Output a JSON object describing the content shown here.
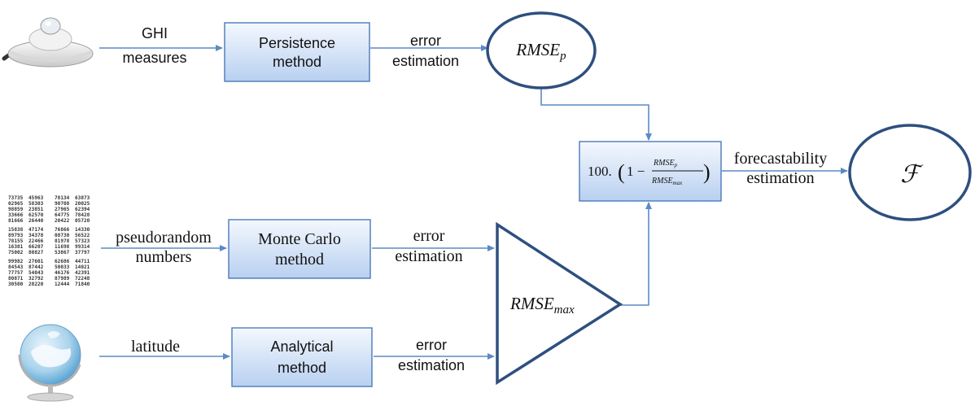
{
  "inputs": {
    "ghi": [
      "GHI",
      "measures"
    ],
    "pseudorandom": [
      "pseudorandom",
      "numbers"
    ],
    "latitude": "latitude"
  },
  "methods": {
    "persistence": [
      "Persistence",
      "method"
    ],
    "monte_carlo": [
      "Monte Carlo",
      "method"
    ],
    "analytical": [
      "Analytical",
      "method"
    ]
  },
  "arrow_labels": {
    "error": "error",
    "estimation": "estimation",
    "forecastability": "forecastability"
  },
  "nodes": {
    "rmse_p": {
      "base": "RMSE",
      "sub": "p"
    },
    "rmse_max": {
      "base": "RMSE",
      "sub": "max"
    },
    "formula": {
      "prefix": "100.",
      "open": "(",
      "one_minus": "1 −",
      "num_base": "RMSE",
      "num_sub": "p",
      "den_base": "RMSE",
      "den_sub": "max",
      "close": ")"
    },
    "output": "ℱ"
  },
  "random_numbers": [
    [
      "73735",
      "45963",
      "78134",
      "63873"
    ],
    [
      "02965",
      "58303",
      "90708",
      "20025"
    ],
    [
      "98859",
      "23851",
      "27965",
      "62394"
    ],
    [
      "33666",
      "62570",
      "64775",
      "78428"
    ],
    [
      "81666",
      "26440",
      "20422",
      "05720"
    ],
    [
      "15838",
      "47174",
      "76866",
      "14330"
    ],
    [
      "89793",
      "34378",
      "08730",
      "56522"
    ],
    [
      "78155",
      "22466",
      "81978",
      "57323"
    ],
    [
      "16381",
      "66207",
      "11698",
      "99314"
    ],
    [
      "75002",
      "80827",
      "53867",
      "37797"
    ],
    [
      "99982",
      "27601",
      "62686",
      "44711"
    ],
    [
      "84543",
      "87442",
      "50033",
      "14021"
    ],
    [
      "77757",
      "54043",
      "46176",
      "42391"
    ],
    [
      "80871",
      "32792",
      "87989",
      "72248"
    ],
    [
      "30500",
      "28220",
      "12444",
      "71840"
    ]
  ]
}
